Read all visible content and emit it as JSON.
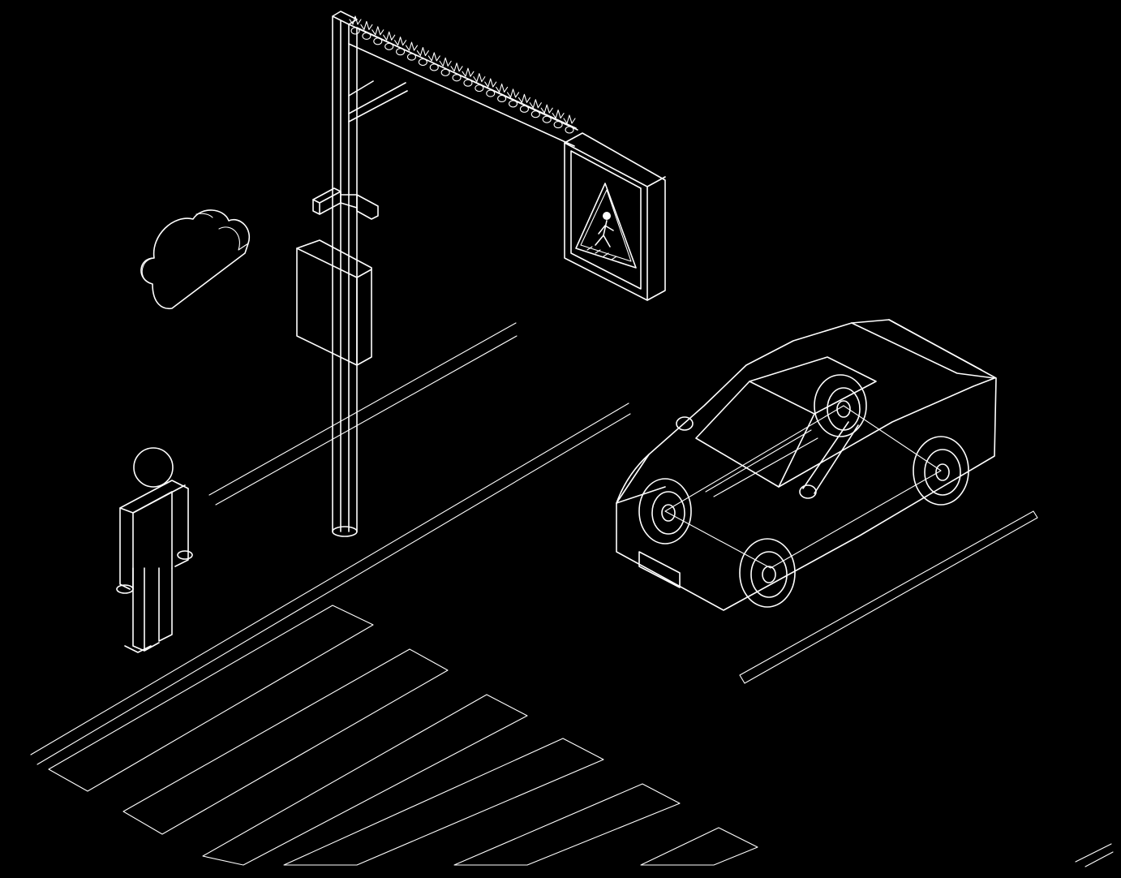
{
  "scene": {
    "background": "#000000",
    "line_color": "#ffffff",
    "elements": [
      {
        "name": "pole-gantry",
        "icon": "street-pole-icon"
      },
      {
        "name": "led-light-strip",
        "icon": "led-strip-icon"
      },
      {
        "name": "pedestrian-crossing-sign",
        "icon": "pedestrian-crossing-sign-icon"
      },
      {
        "name": "cctv-camera",
        "icon": "camera-icon"
      },
      {
        "name": "control-cabinet",
        "icon": "control-box-icon"
      },
      {
        "name": "cloud",
        "icon": "cloud-icon"
      },
      {
        "name": "pedestrian",
        "icon": "person-icon"
      },
      {
        "name": "car",
        "icon": "car-icon"
      },
      {
        "name": "zebra-crossing",
        "icon": "crosswalk-icon"
      },
      {
        "name": "road-lane-lines",
        "icon": "road-line-icon"
      }
    ]
  }
}
